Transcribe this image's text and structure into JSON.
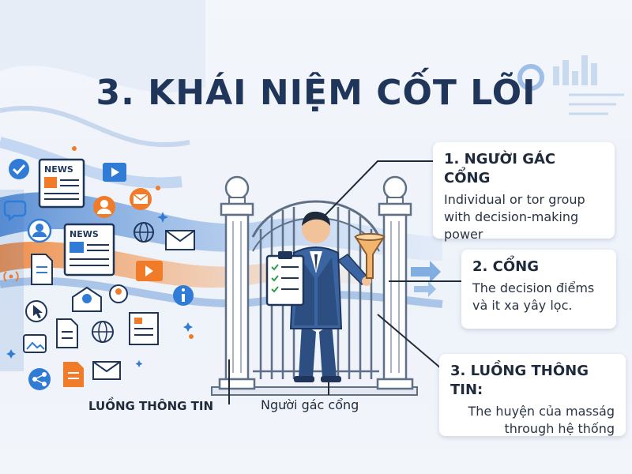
{
  "title": "3. KHÁI NIỆM CỐT LÕI",
  "cards": [
    {
      "heading": "1. NGƯỜI GÁC CỔNG",
      "body": [
        "Individual or tor group",
        "with decision-making",
        "power"
      ]
    },
    {
      "heading": "2. CỔNG",
      "body": [
        "The decision điểms",
        "và it xa yây lọc."
      ]
    },
    {
      "heading": "3. LUỒNG THÔNG TIN:",
      "body": [
        "The huyện của masság",
        "through hệ thống"
      ]
    }
  ],
  "captions": {
    "flow": "LUỒNG THÔNG TIN",
    "gatekeeper": "Người gác cổng"
  },
  "news_labels": [
    "NEWS",
    "NEWS"
  ],
  "colors": {
    "navy": "#1f3559",
    "orange": "#f07c2a",
    "blue": "#2f7bd6",
    "gate": "#5f6f86"
  }
}
